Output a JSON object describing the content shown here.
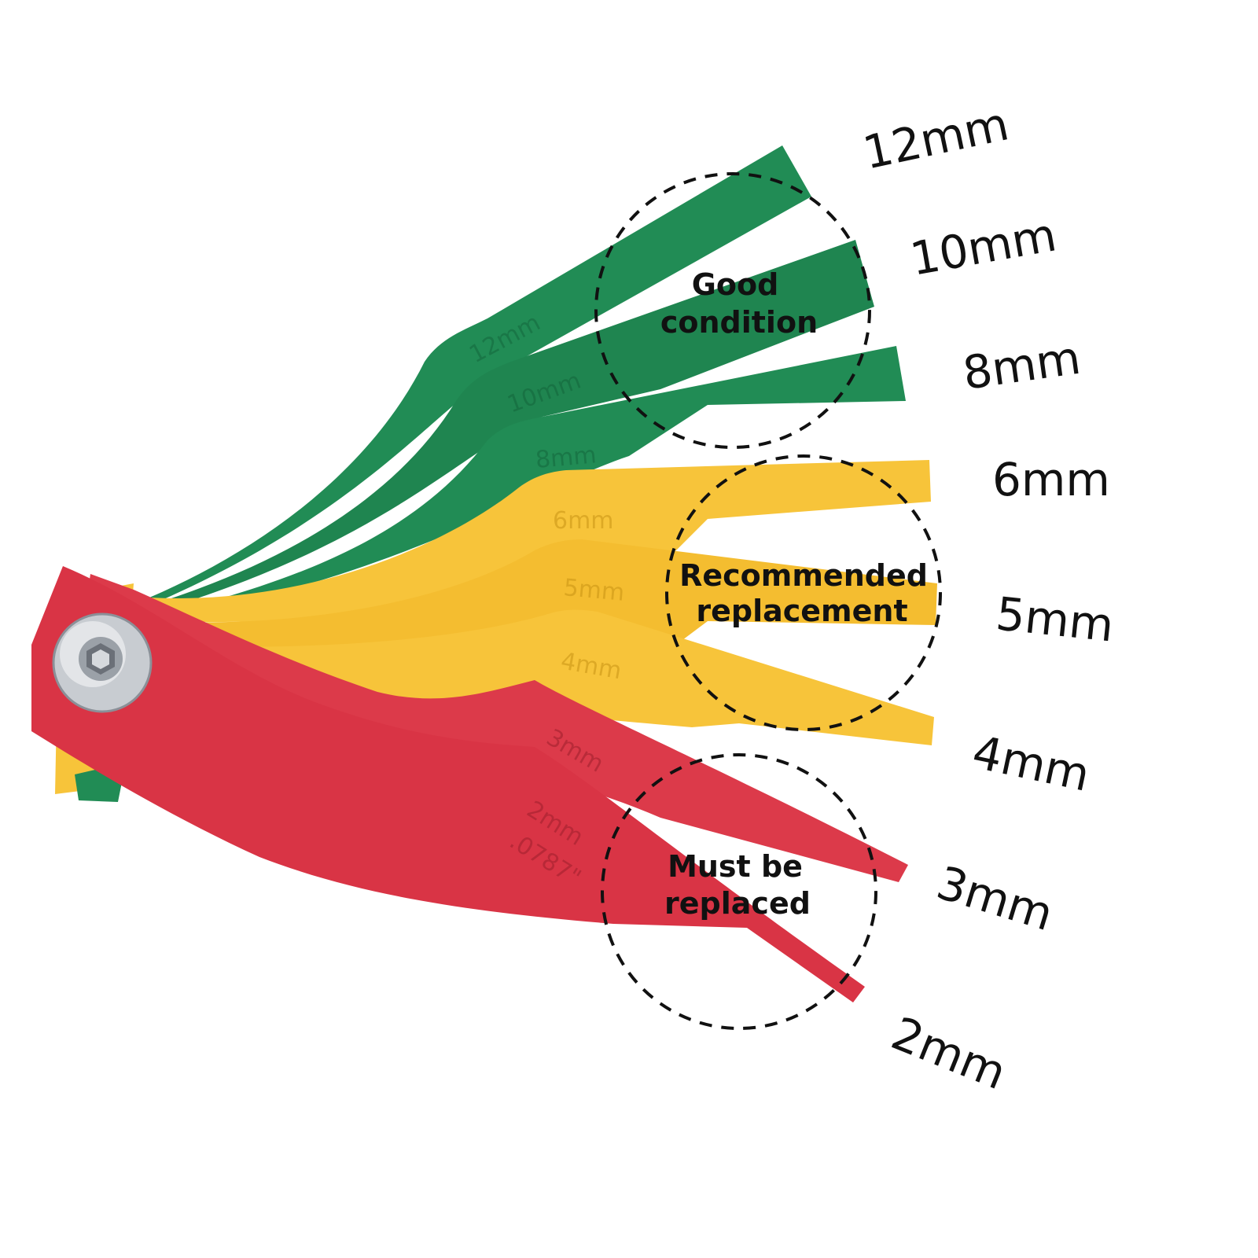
{
  "colors": {
    "good": "#218c55",
    "recommended": "#f7c43a",
    "must_replace": "#dc3a4a",
    "text": "#111111",
    "bolt": "#cfd2d6"
  },
  "blade_labels": [
    {
      "text": "12mm",
      "tier": "good"
    },
    {
      "text": "10mm",
      "tier": "good"
    },
    {
      "text": "8mm",
      "tier": "good"
    },
    {
      "text": "6mm",
      "tier": "recommended"
    },
    {
      "text": "5mm",
      "tier": "recommended"
    },
    {
      "text": "4mm",
      "tier": "recommended"
    },
    {
      "text": "3mm",
      "tier": "must_replace"
    },
    {
      "text": "2mm",
      "tier": "must_replace"
    }
  ],
  "zones": {
    "good": {
      "line1": "Good",
      "line2": "condition"
    },
    "recommended": {
      "line1": "Recommended",
      "line2": "replacement"
    },
    "must_replace": {
      "line1": "Must be",
      "line2": "replaced"
    }
  },
  "engravings": {
    "e12": "12mm",
    "e10": "10mm",
    "e8": "8mm",
    "e6": "6mm",
    "e5": "5mm",
    "e4": "4mm",
    "e3": "3mm",
    "e2": "2mm",
    "e2in": ".0787\""
  },
  "icons": {
    "pivot": "hex-socket-bolt-icon"
  }
}
